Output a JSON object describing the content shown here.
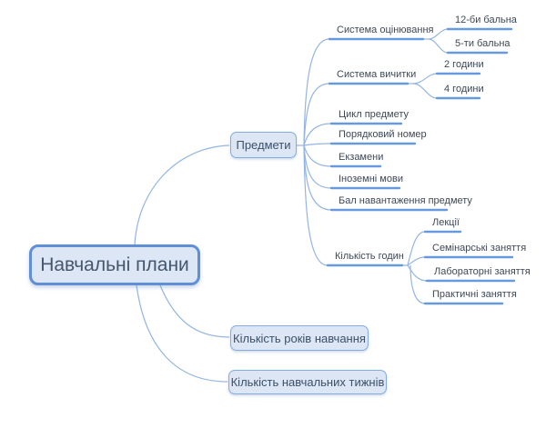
{
  "app": {
    "background": "#ffffff",
    "description": "Mind map of study plans"
  },
  "diagram": {
    "type": "mindmap",
    "root_label": "Навчальні плани",
    "colors": {
      "background": "#ffffff",
      "node_fill": "#dce6f5",
      "root_border": "#5f8fd6",
      "box_border": "#85acdd",
      "connector": "#93b5e4",
      "underline": "#6699dd",
      "leaf_text": "#3e4857",
      "box_text": "#3c5169",
      "root_text": "#44566e"
    },
    "nodes": [
      {
        "id": "root",
        "label": "Навчальні плани",
        "parent": null,
        "shape": "rounded-box",
        "emphasis": "primary"
      },
      {
        "id": "predmety",
        "label": "Предмети",
        "parent": "root",
        "shape": "rounded-box"
      },
      {
        "id": "years",
        "label": "Кількість років навчання",
        "parent": "root",
        "shape": "rounded-box"
      },
      {
        "id": "weeks",
        "label": "Кількість навчальних тижнів",
        "parent": "root",
        "shape": "rounded-box"
      },
      {
        "id": "sys-ocin",
        "label": "Система оцінювання",
        "parent": "predmety",
        "shape": "underline"
      },
      {
        "id": "scale-12",
        "label": "12-би бальна",
        "parent": "sys-ocin",
        "shape": "underline"
      },
      {
        "id": "scale-5",
        "label": "5-ти бальна",
        "parent": "sys-ocin",
        "shape": "underline"
      },
      {
        "id": "sys-vych",
        "label": "Система вичитки",
        "parent": "predmety",
        "shape": "underline"
      },
      {
        "id": "hours-2",
        "label": "2 години",
        "parent": "sys-vych",
        "shape": "underline"
      },
      {
        "id": "hours-4",
        "label": "4 години",
        "parent": "sys-vych",
        "shape": "underline"
      },
      {
        "id": "cycle",
        "label": "Цикл предмету",
        "parent": "predmety",
        "shape": "underline"
      },
      {
        "id": "order-num",
        "label": "Порядковий номер",
        "parent": "predmety",
        "shape": "underline"
      },
      {
        "id": "exams",
        "label": "Екзамени",
        "parent": "predmety",
        "shape": "underline"
      },
      {
        "id": "foreign",
        "label": "Іноземні мови",
        "parent": "predmety",
        "shape": "underline"
      },
      {
        "id": "load-score",
        "label": "Бал навантаження предмету",
        "parent": "predmety",
        "shape": "underline"
      },
      {
        "id": "hours-count",
        "label": "Кількість годин",
        "parent": "predmety",
        "shape": "underline"
      },
      {
        "id": "lectures",
        "label": "Лекції",
        "parent": "hours-count",
        "shape": "underline"
      },
      {
        "id": "seminars",
        "label": "Семінарські заняття",
        "parent": "hours-count",
        "shape": "underline"
      },
      {
        "id": "labs",
        "label": "Лабораторні заняття",
        "parent": "hours-count",
        "shape": "underline"
      },
      {
        "id": "practice",
        "label": "Практичні заняття",
        "parent": "hours-count",
        "shape": "underline"
      }
    ]
  }
}
